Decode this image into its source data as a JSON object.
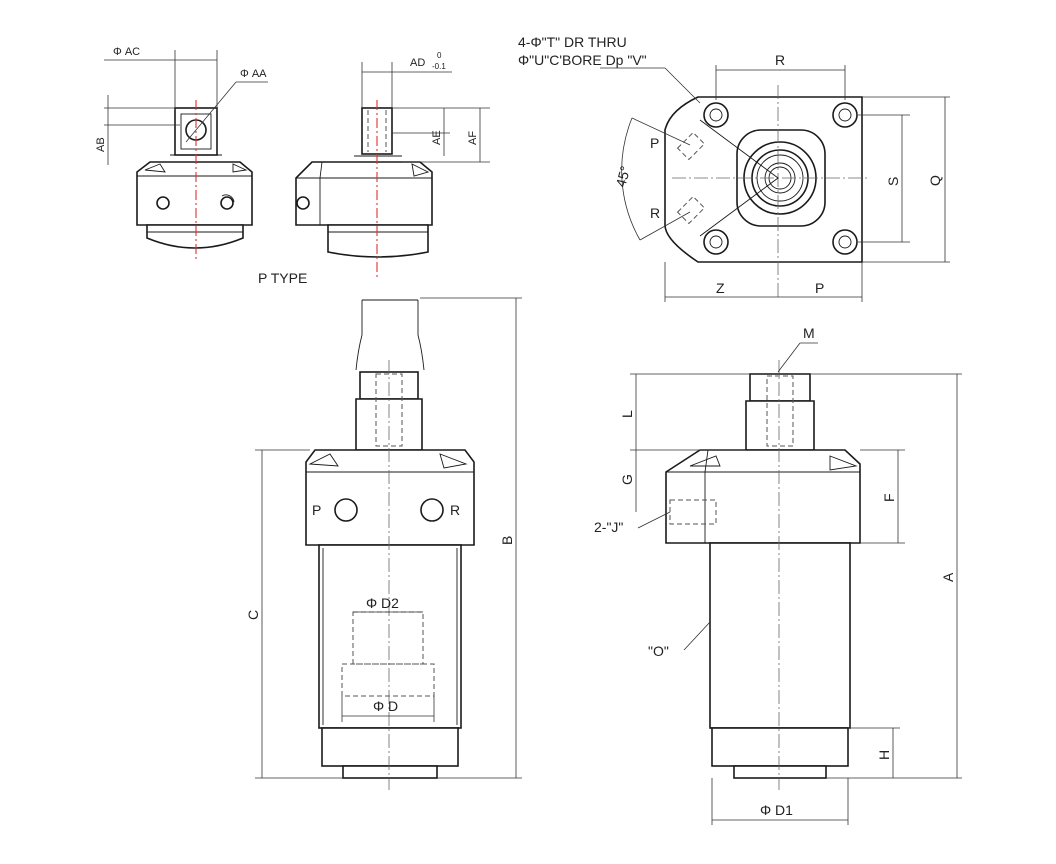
{
  "title_partial": "P TYPE SIZE",
  "views": {
    "p_type_caption": "P TYPE"
  },
  "dimensions": {
    "ac": "Φ AC",
    "aa": "Φ AA",
    "ab": "AB",
    "ad": "AD",
    "ad_tol_upper": "0",
    "ad_tol_lower": "-0.1",
    "ae": "AE",
    "af": "AF",
    "r": "R",
    "s": "S",
    "q": "Q",
    "z": "Z",
    "p": "P",
    "angle": "45°",
    "port_p": "P",
    "port_r": "R",
    "m": "M",
    "l": "L",
    "g": "G",
    "f": "F",
    "j": "2-\"J\"",
    "a": "A",
    "o": "\"O\"",
    "h": "H",
    "d1": "Φ D1",
    "b": "B",
    "c": "C",
    "d2": "Φ D2",
    "d": "Φ D"
  },
  "notes": {
    "thru_hole": "4-Φ\"T\" DR THRU",
    "counterbore": "Φ\"U\"C'BORE Dp \"V\""
  },
  "colors": {
    "line": "#1a1a1a",
    "centerline_red": "#e03030"
  }
}
